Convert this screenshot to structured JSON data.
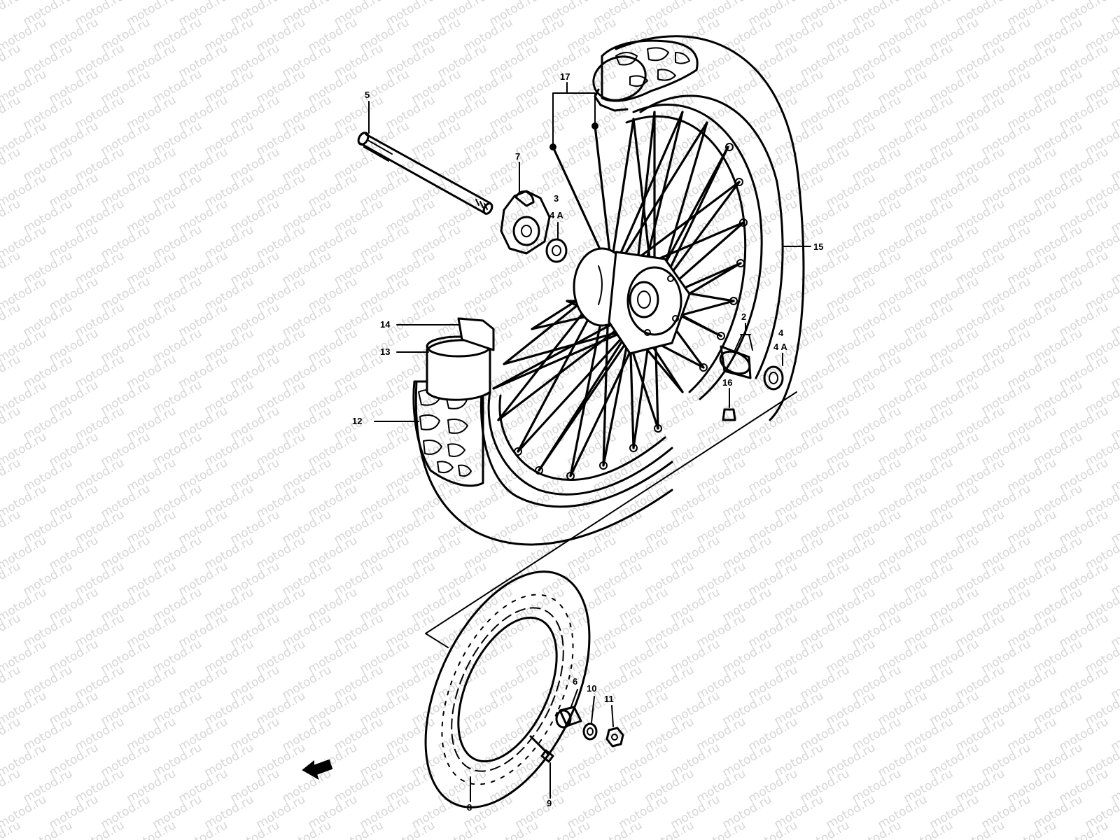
{
  "watermark": {
    "text": "motod.ru",
    "color": "#d6d6d6"
  },
  "callouts": {
    "c2": "2",
    "c3": "3",
    "c4": "4",
    "c4a_upper": "4 A",
    "c4a_right": "4 A",
    "c5": "5",
    "c6": "6",
    "c7": "7",
    "c8": "8",
    "c9": "9",
    "c10": "10",
    "c11": "11",
    "c12": "12",
    "c13": "13",
    "c14": "14",
    "c15": "15",
    "c16": "16",
    "c17": "17"
  },
  "icons": {
    "front_arrow": "arrow-left-icon"
  },
  "colors": {
    "ink": "#000000",
    "background": "#ffffff"
  }
}
